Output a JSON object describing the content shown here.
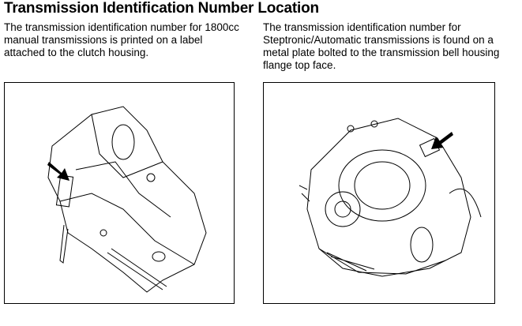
{
  "title": "Transmission Identification Number Location",
  "manual": {
    "text": "The transmission identification number for 1800cc manual transmissions is printed on a label attached to the clutch housing."
  },
  "automatic": {
    "text": "The transmission identification number for Steptronic/Automatic transmissions is found on a metal plate bolted to the transmission bell housing flange top face."
  }
}
